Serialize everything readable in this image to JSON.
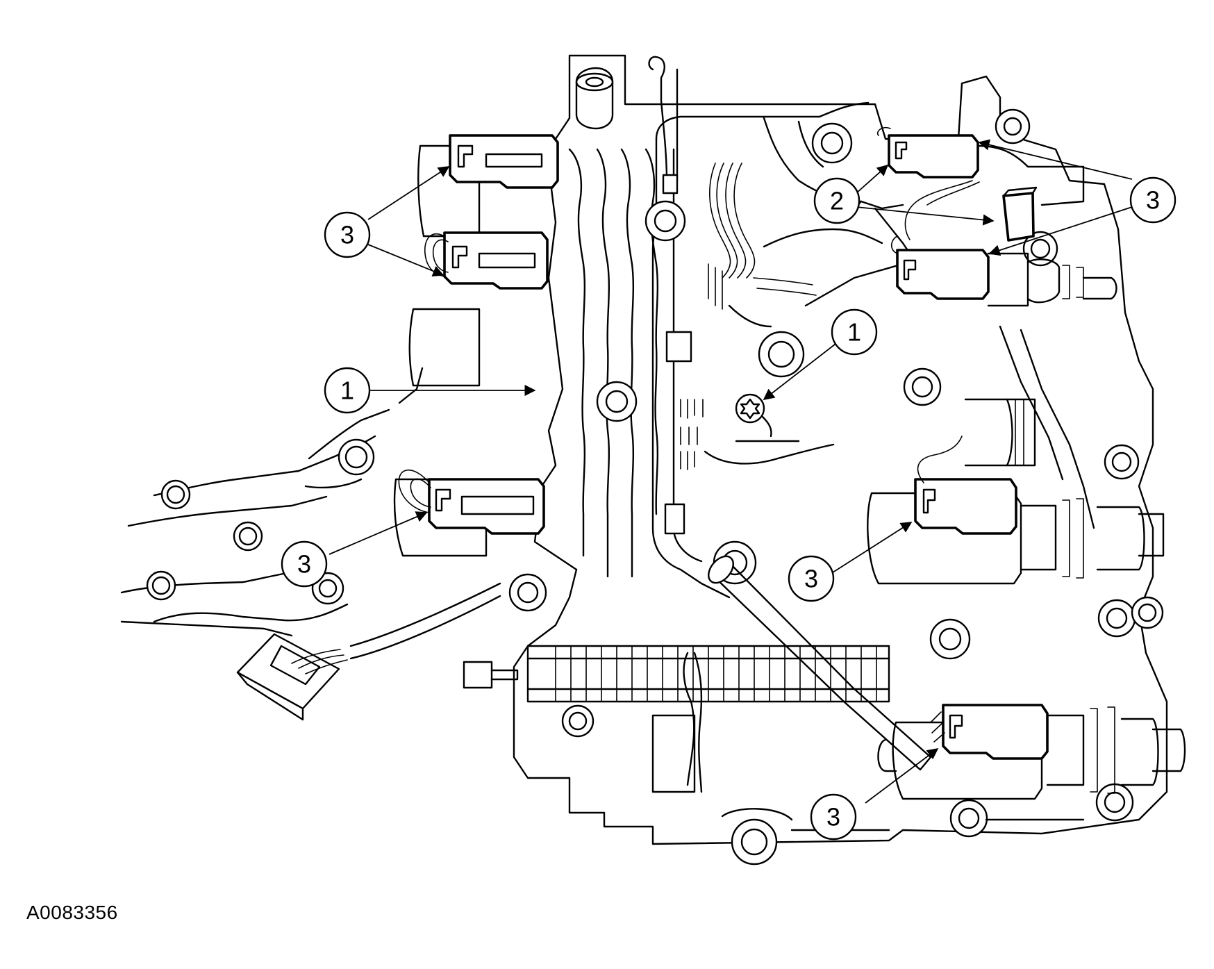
{
  "figure": {
    "id_label": "A0083356"
  },
  "callouts": [
    {
      "number": "3",
      "refers_to": "solenoid connector"
    },
    {
      "number": "3",
      "refers_to": "solenoid connector"
    },
    {
      "number": "1",
      "refers_to": "bolt"
    },
    {
      "number": "3",
      "refers_to": "solenoid connector"
    },
    {
      "number": "2",
      "refers_to": "connector"
    },
    {
      "number": "3",
      "refers_to": "solenoid connector"
    },
    {
      "number": "1",
      "refers_to": "bolt"
    },
    {
      "number": "3",
      "refers_to": "solenoid connector"
    },
    {
      "number": "3",
      "refers_to": "solenoid connector"
    }
  ],
  "style": {
    "line_color": "#000000",
    "background": "#ffffff"
  }
}
